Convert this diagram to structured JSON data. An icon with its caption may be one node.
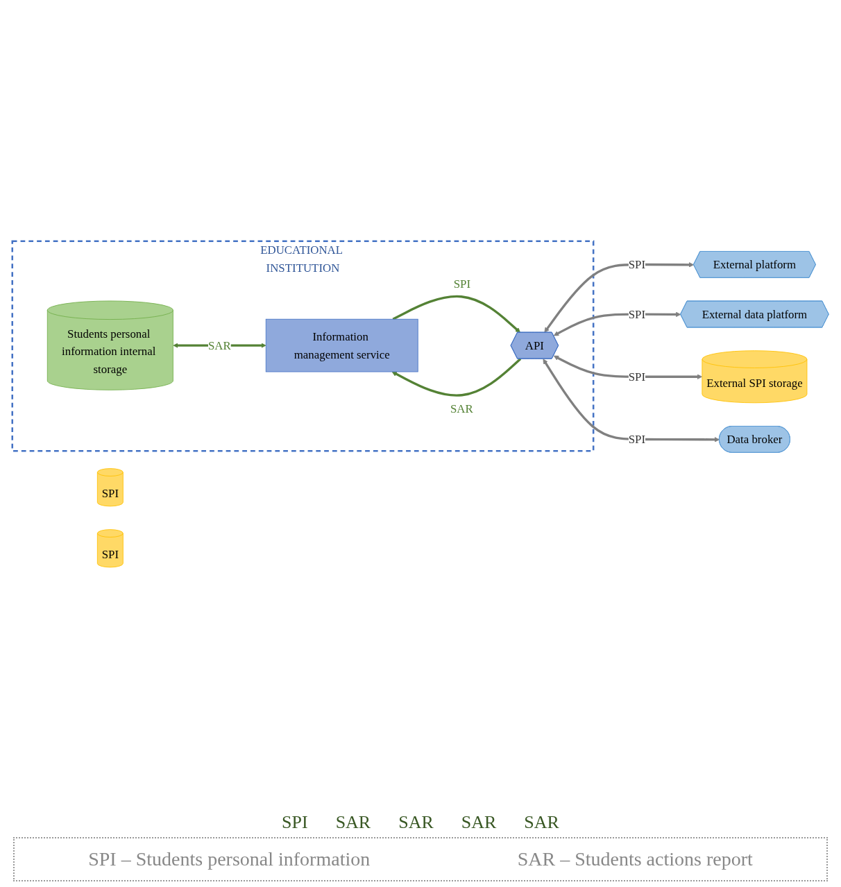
{
  "diagram": {
    "nodes": [
      {
        "text": [
          "EDUCATIONAL INSTITUTION"
        ]
      },
      {
        "text": [
          "Students personal information internal storage"
        ],
        "in": 0
      },
      {
        "text": [
          "Information management service"
        ],
        "in": 0
      },
      {
        "text": [
          "API"
        ],
        "in": 0
      },
      {
        "text": [
          "External platform"
        ]
      },
      {
        "text": [
          "External data platform"
        ]
      },
      {
        "text": [
          "SPI"
        ]
      },
      {
        "text": [
          "External SPI storage"
        ]
      },
      {
        "text": [
          "Data broker"
        ]
      },
      {
        "text": [
          "SPI"
        ]
      }
    ],
    "edges": [
      {
        "from": 1,
        "to": 2,
        "arrow": "both",
        "label": "SAR",
        "color": "#548235"
      },
      {
        "from": 2,
        "to": 3,
        "arrow": "to",
        "label": "SPI",
        "color": "#548235"
      },
      {
        "from": 3,
        "to": 2,
        "arrow": "to",
        "label": "SAR",
        "color": "#548235"
      },
      {
        "from": 3,
        "to": 4,
        "arrow": "both",
        "label": "SPI"
      },
      {
        "from": 3,
        "to": 5,
        "arrow": "both",
        "label": "SPI"
      },
      {
        "from": 3,
        "to": 7,
        "arrow": "both",
        "label": "SPI"
      },
      {
        "from": 3,
        "to": 8,
        "arrow": "both",
        "label": "SPI"
      }
    ],
    "labels": [
      "SPI",
      "SAR",
      "SAR",
      "SAR",
      "SAR"
    ],
    "legend": [
      {
        "text": "SPI – Students personal information"
      },
      {
        "text": "SAR – Students actions report"
      }
    ]
  }
}
